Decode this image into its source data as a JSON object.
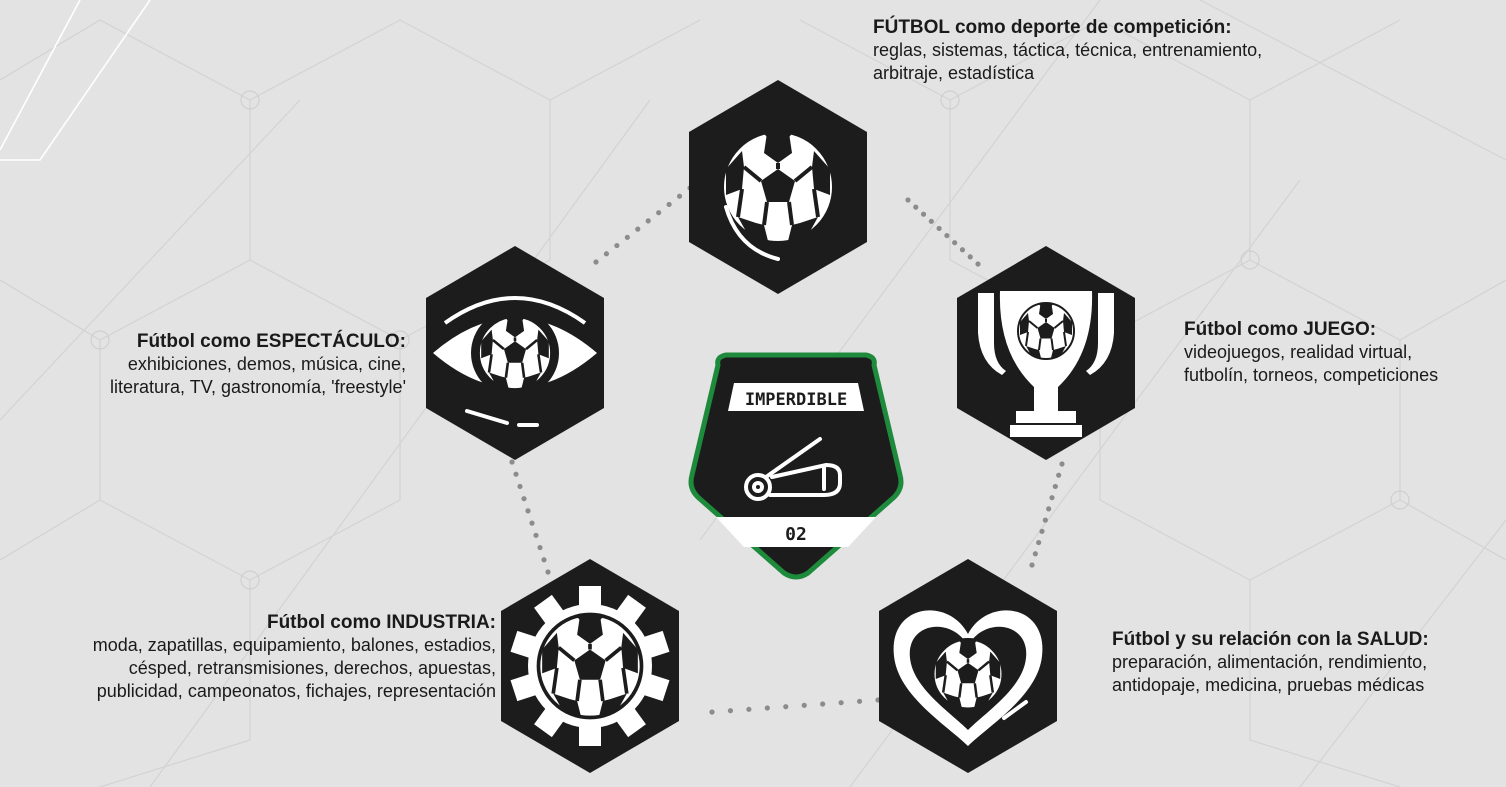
{
  "center_badge": {
    "title": "IMPERDIBLE",
    "number": "02",
    "border_color": "#1e8a3c",
    "icon": "safety-pin-icon"
  },
  "nodes": [
    {
      "id": "competicion",
      "title": "FÚTBOL como deporte de competición:",
      "desc_lines": [
        "reglas, sistemas, táctica, técnica, entrenamiento,",
        "arbitraje, estadística"
      ],
      "icon": "soccer-ball-icon"
    },
    {
      "id": "juego",
      "title": "Fútbol como JUEGO:",
      "desc_lines": [
        "videojuegos, realidad virtual,",
        "futbolín, torneos, competiciones"
      ],
      "icon": "trophy-icon"
    },
    {
      "id": "salud",
      "title": "Fútbol y su relación con la SALUD:",
      "desc_lines": [
        "preparación, alimentación, rendimiento,",
        "antidopaje, medicina, pruebas médicas"
      ],
      "icon": "heart-ball-icon"
    },
    {
      "id": "industria",
      "title": "Fútbol como INDUSTRIA:",
      "desc_lines": [
        "moda, zapatillas, equipamiento, balones, estadios,",
        "césped, retransmisiones, derechos, apuestas,",
        "publicidad, campeonatos, fichajes, representación"
      ],
      "icon": "gear-ball-icon"
    },
    {
      "id": "espectaculo",
      "title": "Fútbol como ESPECTÁCULO:",
      "desc_lines": [
        "exhibiciones, demos, música, cine,",
        "literatura, TV, gastronomía, 'freestyle'"
      ],
      "icon": "eye-ball-icon"
    }
  ],
  "colors": {
    "background": "#e3e3e3",
    "hexagon": "#1c1c1c",
    "dots": "#8c8c8c",
    "accent_green": "#1e8a3c"
  }
}
